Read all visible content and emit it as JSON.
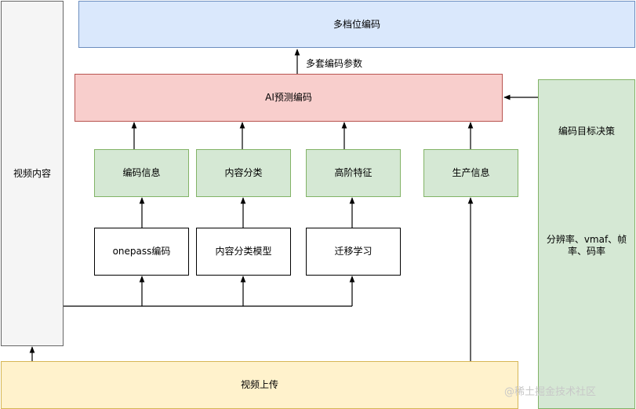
{
  "nodes": {
    "video_content": "视频内容",
    "multi_level_encode": "多档位编码",
    "ai_predict_encode": "AI预测编码",
    "encode_info": "编码信息",
    "content_classification": "内容分类",
    "high_order_features": "高阶特征",
    "production_info": "生产信息",
    "onepass_encode": "onepass编码",
    "content_classification_model": "内容分类模型",
    "transfer_learning": "迁移学习",
    "video_upload": "视频上传",
    "encode_target_decision": "编码目标决策",
    "encode_target_params": "分辨率、vmaf、帧率、码率"
  },
  "edge_labels": {
    "multi_params": "多套编码参数"
  },
  "watermark": "@稀土掘金技术社区"
}
